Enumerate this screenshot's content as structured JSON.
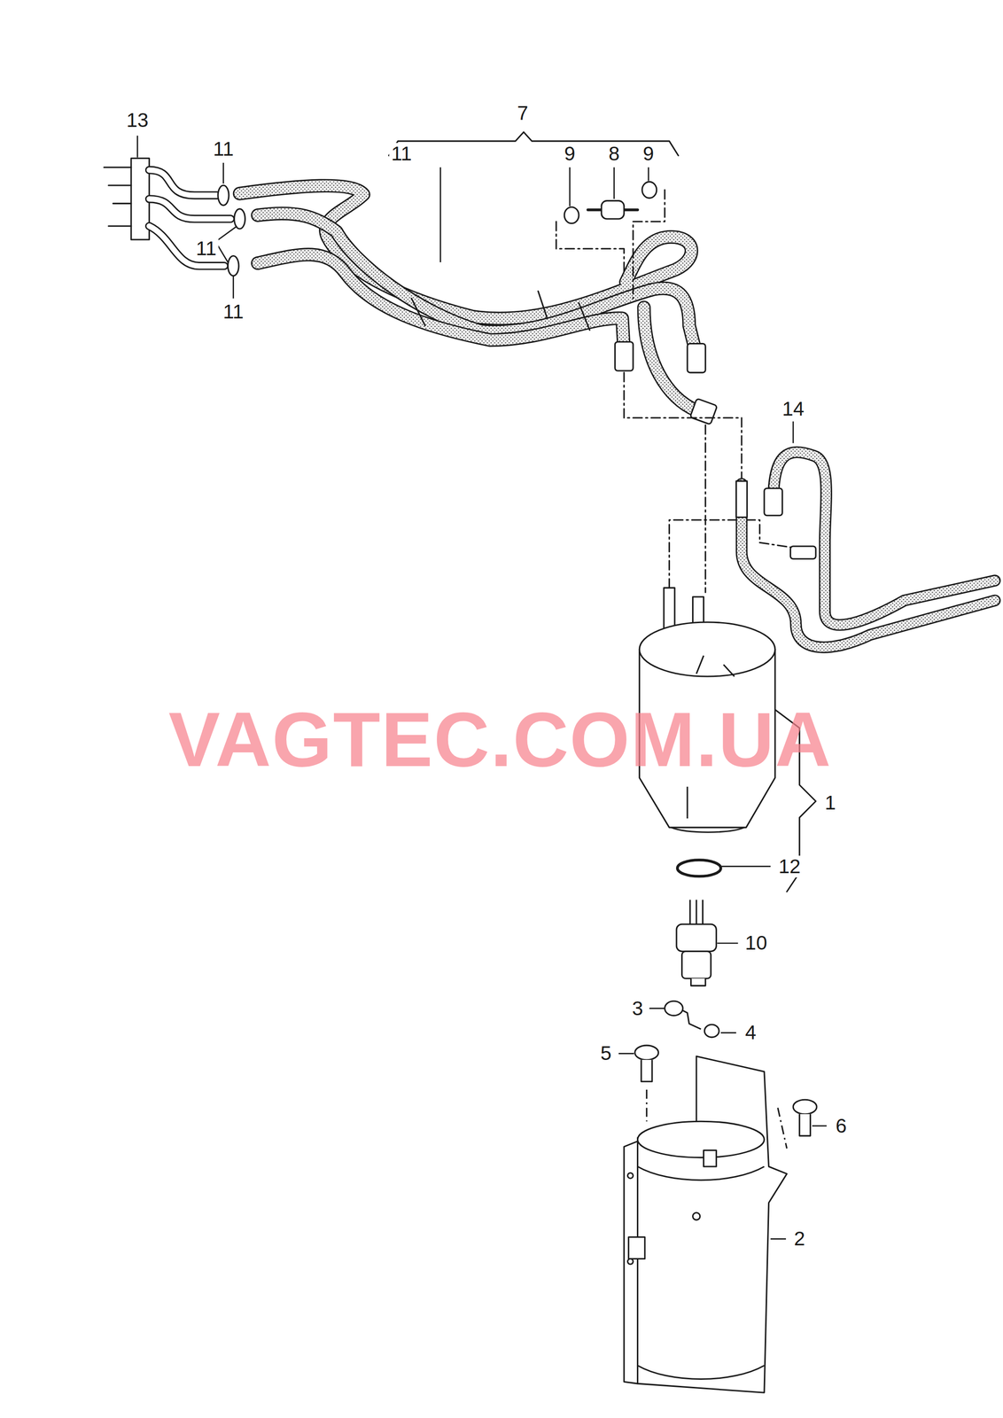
{
  "diagram": {
    "labels": [
      "13",
      "11",
      "7",
      "11",
      "9",
      "8",
      "9",
      "11",
      "11",
      "14",
      "1",
      "12",
      "10",
      "3",
      "4",
      "5",
      "6",
      "2",
      "VAGTEC.COM.UA"
    ]
  }
}
